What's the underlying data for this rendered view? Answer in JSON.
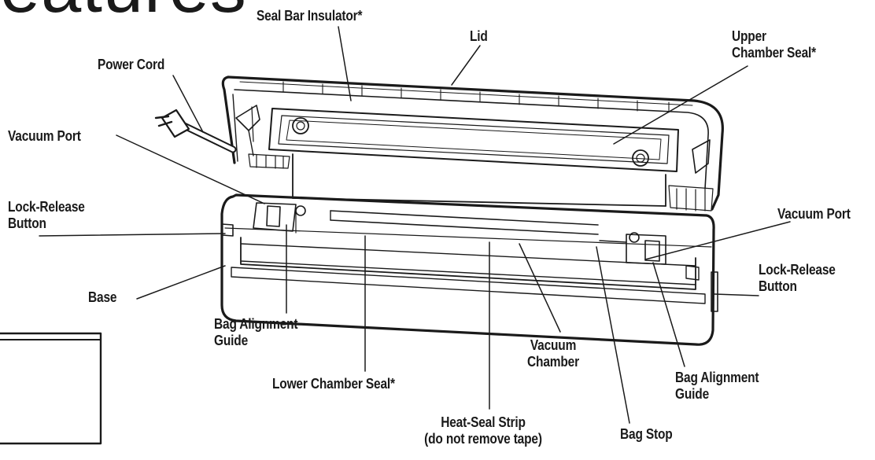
{
  "heading_fragment": "eatures",
  "labels": {
    "seal_bar_insulator": "Seal Bar Insulator*",
    "lid": "Lid",
    "upper_chamber_seal": "Upper\nChamber Seal*",
    "power_cord": "Power Cord",
    "vacuum_port_left": "Vacuum Port",
    "lock_release_left": "Lock-Release\nButton",
    "vacuum_port_right": "Vacuum Port",
    "lock_release_right": "Lock-Release\nButton",
    "base": "Base",
    "bag_alignment_guide_left": "Bag Alignment\nGuide",
    "vacuum_chamber": "Vacuum\nChamber",
    "bag_alignment_guide_right": "Bag Alignment\nGuide",
    "lower_chamber_seal": "Lower Chamber Seal*",
    "heat_seal_strip": "Heat-Seal Strip\n(do not remove tape)",
    "bag_stop": "Bag Stop"
  }
}
